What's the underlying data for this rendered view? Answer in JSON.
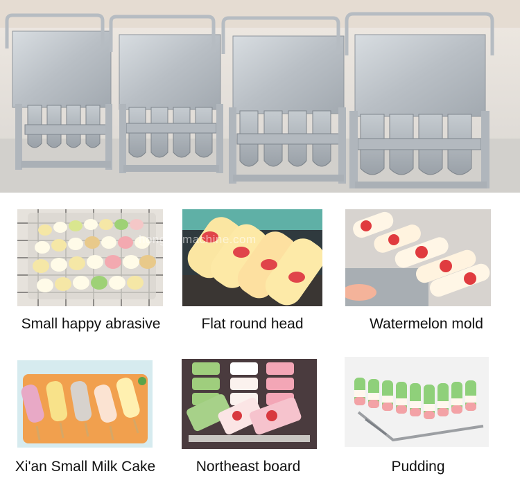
{
  "watermark": "hongshimachine.com",
  "products": [
    {
      "name": "Small happy abrasive"
    },
    {
      "name": "Flat round head"
    },
    {
      "name": "Watermelon mold"
    },
    {
      "name": "Xi'an Small Milk Cake"
    },
    {
      "name": "Northeast board"
    },
    {
      "name": "Pudding"
    }
  ],
  "colors": {
    "steel": "#c9ced3",
    "steel_dark": "#8e959c",
    "floor": "#d8d6d2",
    "background": "#ffffff",
    "caption_text": "#111111"
  }
}
